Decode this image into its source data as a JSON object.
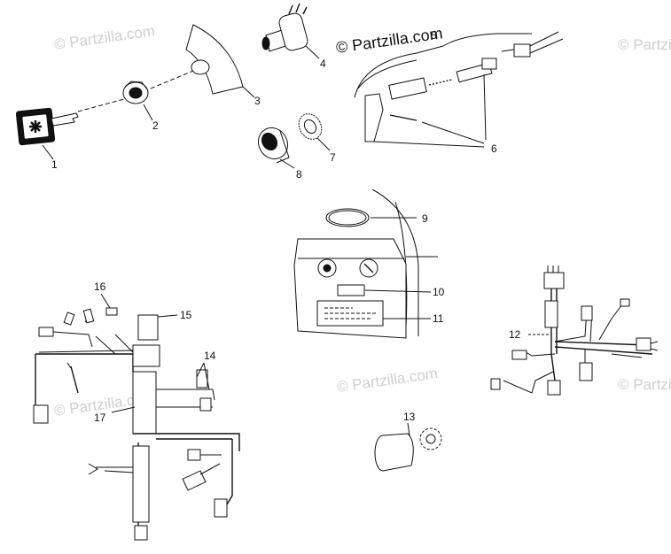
{
  "watermarks": {
    "main": "© Partzilla.com",
    "faint": "© Partzilla.com"
  },
  "callouts": {
    "c1": "1",
    "c2": "2",
    "c3": "3",
    "c4": "4",
    "c5": "5",
    "c6": "6",
    "c7": "7",
    "c8": "8",
    "c9": "9",
    "c10": "10",
    "c11": "11",
    "c12": "12",
    "c13": "13",
    "c14": "14",
    "c15": "15",
    "c16": "16",
    "c17": "17"
  },
  "colors": {
    "line": "#111111",
    "watermark": "#cfcfcf",
    "background": "#ffffff"
  }
}
